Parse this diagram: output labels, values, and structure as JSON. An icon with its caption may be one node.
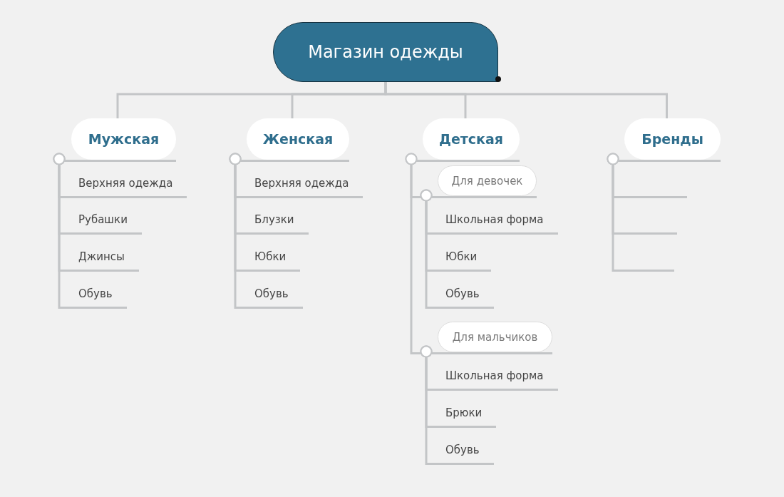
{
  "diagram": {
    "nodes": [
      {
        "text": [
          "Магазин одежды"
        ]
      },
      {
        "text": [
          "Мужская"
        ]
      },
      {
        "text": [
          "Верхняя одежда"
        ]
      },
      {
        "text": [
          "Рубашки"
        ]
      },
      {
        "text": [
          "Джинсы"
        ]
      },
      {
        "text": [
          "Обувь"
        ]
      },
      {
        "text": [
          "Женская"
        ]
      },
      {
        "text": [
          "Верхняя одежда"
        ]
      },
      {
        "text": [
          "Блузки"
        ]
      },
      {
        "text": [
          "Юбки"
        ]
      },
      {
        "text": [
          "Обувь"
        ]
      },
      {
        "text": [
          "Детская"
        ]
      },
      {
        "text": [
          "Для девочек"
        ]
      },
      {
        "text": [
          "Школьная форма"
        ]
      },
      {
        "text": [
          "Юбки"
        ]
      },
      {
        "text": [
          "Обувь"
        ]
      },
      {
        "text": [
          "Для мальчиков"
        ]
      },
      {
        "text": [
          "Школьная форма"
        ]
      },
      {
        "text": [
          "Брюки"
        ]
      },
      {
        "text": [
          "Обувь"
        ]
      },
      {
        "text": [
          "Бренды"
        ]
      },
      {
        "text": [],
        "shape": "line"
      },
      {
        "text": [],
        "shape": "line"
      },
      {
        "text": [],
        "shape": "line"
      }
    ],
    "edges": [
      {
        "from": 0,
        "to": 1,
        "arrow": "none"
      },
      {
        "from": 0,
        "to": 6,
        "arrow": "none"
      },
      {
        "from": 0,
        "to": 11,
        "arrow": "none"
      },
      {
        "from": 0,
        "to": 20,
        "arrow": "none"
      },
      {
        "from": 1,
        "to": 2,
        "arrow": "other"
      },
      {
        "from": 1,
        "to": 3,
        "arrow": "other"
      },
      {
        "from": 1,
        "to": 4,
        "arrow": "other"
      },
      {
        "from": 1,
        "to": 5,
        "arrow": "other"
      },
      {
        "from": 6,
        "to": 7,
        "arrow": "other"
      },
      {
        "from": 6,
        "to": 8,
        "arrow": "other"
      },
      {
        "from": 6,
        "to": 9,
        "arrow": "other"
      },
      {
        "from": 6,
        "to": 10,
        "arrow": "other"
      },
      {
        "from": 11,
        "to": 12,
        "arrow": "other"
      },
      {
        "from": 11,
        "to": 16,
        "arrow": "other"
      },
      {
        "from": 12,
        "to": 13,
        "arrow": "other"
      },
      {
        "from": 12,
        "to": 14,
        "arrow": "other"
      },
      {
        "from": 12,
        "to": 15,
        "arrow": "other"
      },
      {
        "from": 16,
        "to": 17,
        "arrow": "other"
      },
      {
        "from": 16,
        "to": 18,
        "arrow": "other"
      },
      {
        "from": 16,
        "to": 19,
        "arrow": "other"
      },
      {
        "from": 20,
        "to": 21,
        "arrow": "other"
      },
      {
        "from": 20,
        "to": 22,
        "arrow": "other"
      },
      {
        "from": 20,
        "to": 23,
        "arrow": "other"
      }
    ]
  }
}
